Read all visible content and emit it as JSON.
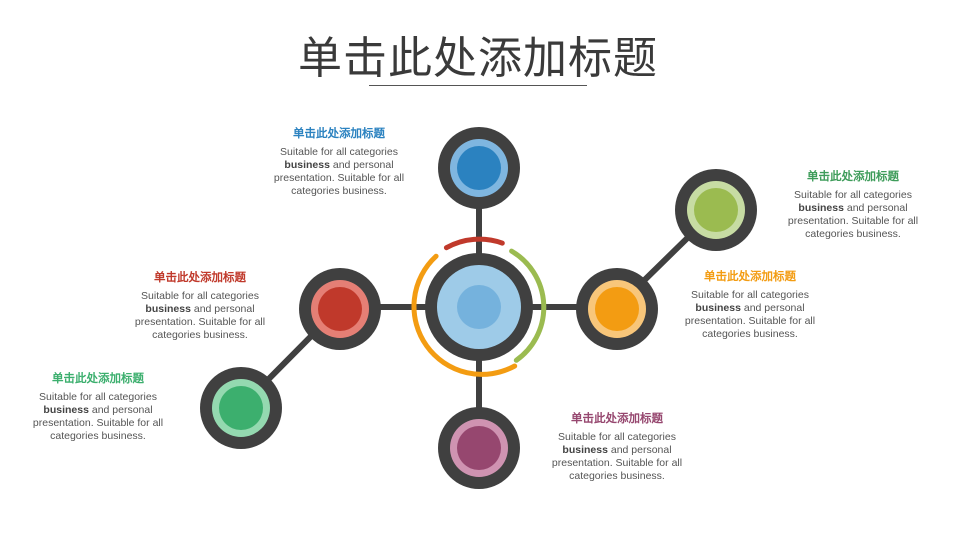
{
  "title": "单击此处添加标题",
  "colors": {
    "blue": "#2b82c0",
    "red": "#c0392b",
    "green": "#3caf6e",
    "olive": "#9bbb50",
    "orange": "#f39c12",
    "purple": "#96476f",
    "center": "#75b2dd",
    "dark": "#404040"
  },
  "blocks": [
    {
      "id": "top",
      "color_key": "blue",
      "heading": "单击此处添加标题",
      "line1": "Suitable for all categories",
      "bold": "business",
      "rest": "and personal",
      "line3": "presentation. Suitable for all",
      "line4": "categories business."
    },
    {
      "id": "upper-right",
      "color_key": "olive",
      "heading": "单击此处添加标题",
      "line1": "Suitable for all categories",
      "bold": "business",
      "rest": "and personal",
      "line3": "presentation. Suitable for all",
      "line4": "categories business."
    },
    {
      "id": "right",
      "color_key": "orange",
      "heading": "单击此处添加标题",
      "line1": "Suitable for all categories",
      "bold": "business",
      "rest": "and personal",
      "line3": "presentation. Suitable for all",
      "line4": "categories business."
    },
    {
      "id": "bottom",
      "color_key": "purple",
      "heading": "单击此处添加标题",
      "line1": "Suitable for all categories",
      "bold": "business",
      "rest": "and personal",
      "line3": "presentation. Suitable for all",
      "line4": "categories business."
    },
    {
      "id": "left",
      "color_key": "red",
      "heading": "单击此处添加标题",
      "line1": "Suitable for all categories",
      "bold": "business",
      "rest": "and personal",
      "line3": "presentation. Suitable for all",
      "line4": "categories business."
    },
    {
      "id": "lower-left",
      "color_key": "green",
      "heading": "单击此处添加标题",
      "line1": "Suitable for all categories",
      "bold": "business",
      "rest": "and personal",
      "line3": "presentation. Suitable for all",
      "line4": "categories business."
    }
  ]
}
